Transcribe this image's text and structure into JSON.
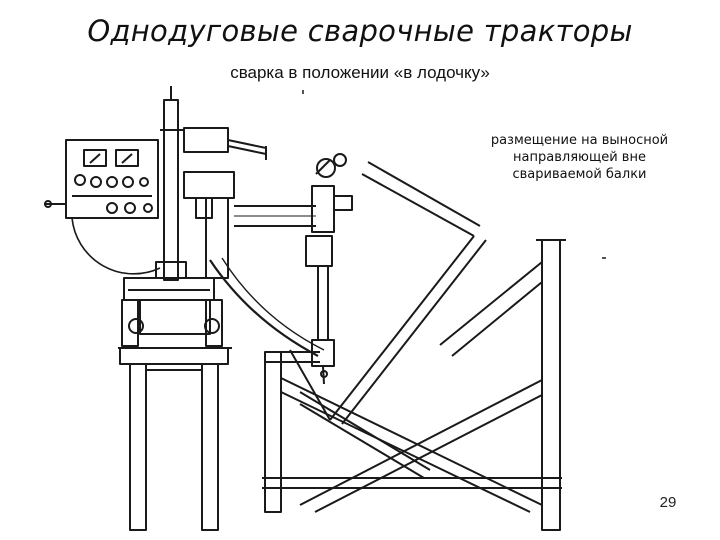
{
  "slide": {
    "title": "Однодуговые сварочные тракторы",
    "subtitle": "сварка в положении «в лодочку»",
    "note_lines": [
      "размещение на выносной",
      "направляющей вне",
      "свариваемой балки"
    ],
    "page_number": "29"
  },
  "colors": {
    "ink": "#1a1a1a",
    "background": "#ffffff"
  }
}
